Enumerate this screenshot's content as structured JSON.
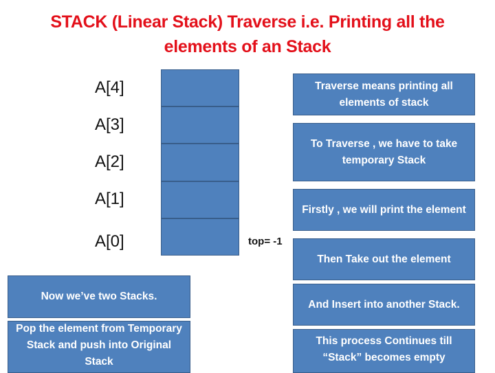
{
  "title": "STACK (Linear Stack) Traverse i.e. Printing all the elements of an Stack",
  "stack": {
    "indices": [
      "A[4]",
      "A[3]",
      "A[2]",
      "A[1]",
      "A[0]"
    ],
    "top_label": "top= -1"
  },
  "steps_right": [
    "Traverse means printing all elements of stack",
    "To Traverse , we have to take temporary Stack",
    "Firstly , we will print the element",
    "Then Take out the element",
    "And Insert into another Stack.",
    "This process  Continues till “Stack” becomes empty"
  ],
  "steps_left": [
    "Now we’ve two Stacks.",
    "Pop the element from Temporary Stack and push into Original Stack"
  ],
  "colors": {
    "title": "#e3101a",
    "box_fill": "#4f81bd",
    "box_border": "#385d8a",
    "box_text": "#ffffff"
  }
}
